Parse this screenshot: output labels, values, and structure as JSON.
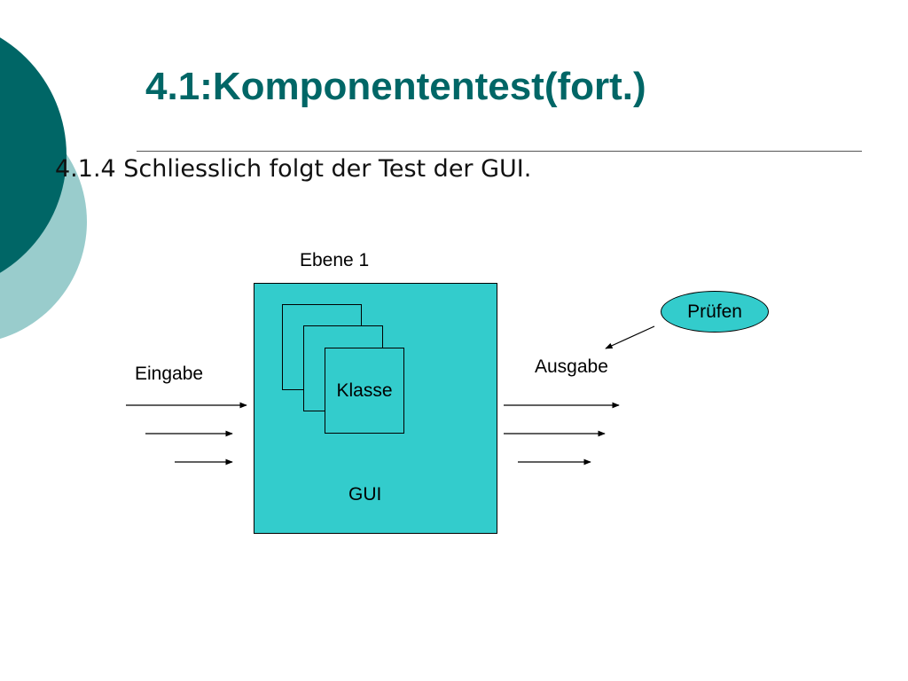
{
  "slide": {
    "title": "4.1:Komponententest(fort.)",
    "subtitle": "4.1.4 Schliesslich folgt der Test der GUI."
  },
  "diagram": {
    "level_label": "Ebene 1",
    "input_label": "Eingabe",
    "output_label": "Ausgabe",
    "class_label": "Klasse",
    "gui_label": "GUI",
    "check_label": "Prüfen"
  },
  "colors": {
    "title": "#006666",
    "box_fill": "#33cccc",
    "deco_dark": "#006666",
    "deco_light": "#99cccc"
  }
}
